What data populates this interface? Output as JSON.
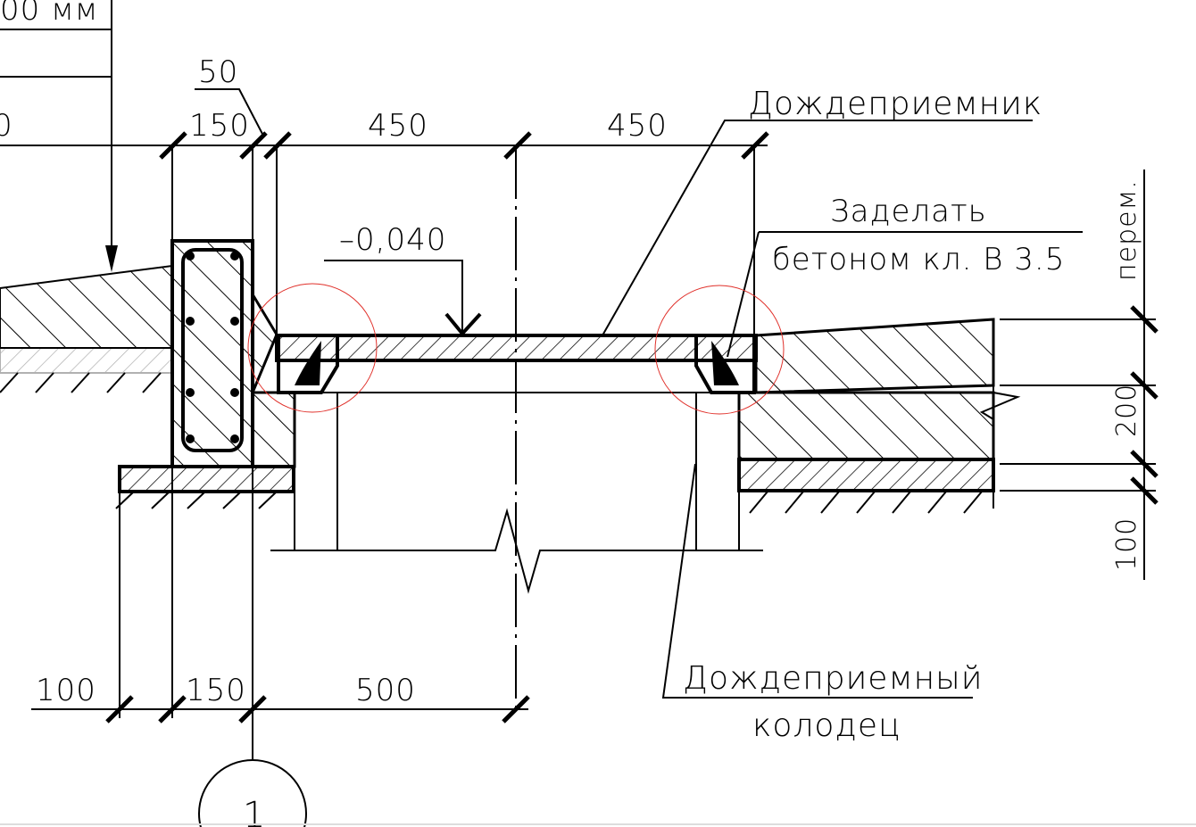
{
  "drawing": {
    "title_partial": "00 мм",
    "left_partial": "0",
    "dimensions_top": {
      "gap": "50",
      "wall": "150",
      "left_half": "450",
      "right_half": "450"
    },
    "dimensions_bottom": {
      "a": "100",
      "b": "150",
      "c": "500"
    },
    "dimensions_right": {
      "top": "перем.",
      "middle": "200",
      "bottom": "100"
    },
    "level_mark": "–0,040",
    "labels": {
      "grate": "Дождеприемник",
      "seal_line1": "Заделать",
      "seal_line2": "бетоном кл. В 3.5",
      "well_line1": "Дождеприемный",
      "well_line2": "колодец"
    },
    "axis_marker": "1",
    "highlight_color": "#e0302a"
  }
}
